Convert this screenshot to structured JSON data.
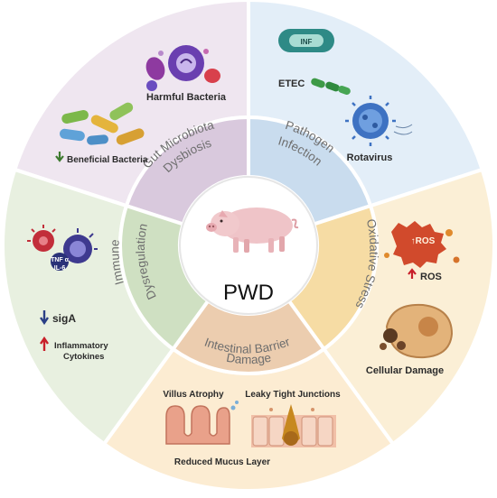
{
  "center": {
    "title": "PWD"
  },
  "inner_ring": {
    "gut_microbiota": [
      "Gut Microbiota",
      "Dysbiosis"
    ],
    "pathogen": [
      "Pathogen",
      "Infection"
    ],
    "oxidative": "Oxidative Stress",
    "barrier": [
      "Intestinal Barrier",
      "Damage"
    ],
    "immune": [
      "Immune",
      "Dysregulation"
    ]
  },
  "outer_panels": {
    "gut": {
      "harmful": "Harmful Bacteria",
      "beneficial": "Beneficial Bacteria"
    },
    "pathogen": {
      "etec": "ETEC",
      "inf": "INF",
      "rotavirus": "Rotavirus"
    },
    "oxidative": {
      "ros_cloud": "ROS",
      "ros": "ROS",
      "cellular": "Cellular Damage"
    },
    "barrier": {
      "villus": "Villus Atrophy",
      "leaky": "Leaky Tight Junctions",
      "mucus": "Reduced Mucus Layer"
    },
    "immune": {
      "tnf": "TNF α",
      "il6": "IL-6",
      "siga": "sigA",
      "inflam1": "Inflammatory",
      "inflam2": "Cytokines"
    }
  },
  "colors": {
    "gut_outer": "#efe6f0",
    "gut_inner": "#d9c9dd",
    "pathogen_outer": "#e3eef8",
    "pathogen_inner": "#c9dcee",
    "oxidative_outer": "#fbefd6",
    "oxidative_inner": "#f6dca4",
    "barrier_outer": "#fcecd2",
    "barrier_inner": "#eccdaf",
    "immune_outer": "#e8f0e0",
    "immune_inner": "#cfe0c2",
    "arrow_down": "#2a3f86",
    "arrow_up": "#c8202a",
    "arrow_green": "#3d7a2f"
  }
}
